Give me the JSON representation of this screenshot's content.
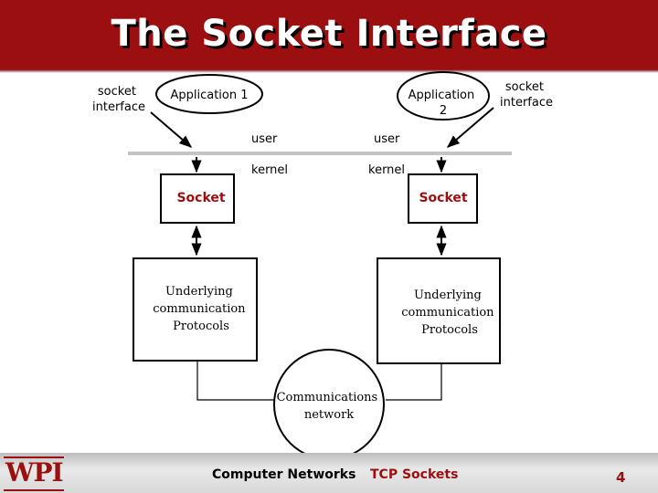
{
  "slide": {
    "title": "The Socket Interface",
    "colors": {
      "banner": "#9c0f10",
      "accent_text": "#9c0f10"
    }
  },
  "diagram": {
    "socket_interface_left": [
      "socket",
      "interface"
    ],
    "socket_interface_right": [
      "socket",
      "interface"
    ],
    "app1": "Application 1",
    "app2": [
      "Application",
      "2"
    ],
    "user_left": "user",
    "user_right": "user",
    "kernel_left": "kernel",
    "kernel_right": "kernel",
    "socket_left": "Socket",
    "socket_right": "Socket",
    "protocols_left": [
      "Underlying",
      "communication",
      "Protocols"
    ],
    "protocols_right": [
      "Underlying",
      "communication",
      "Protocols"
    ],
    "network": [
      "Communications",
      "network"
    ]
  },
  "footer": {
    "logo": "WPI",
    "course": "Computer Networks",
    "topic": "TCP Sockets",
    "page": "4"
  }
}
